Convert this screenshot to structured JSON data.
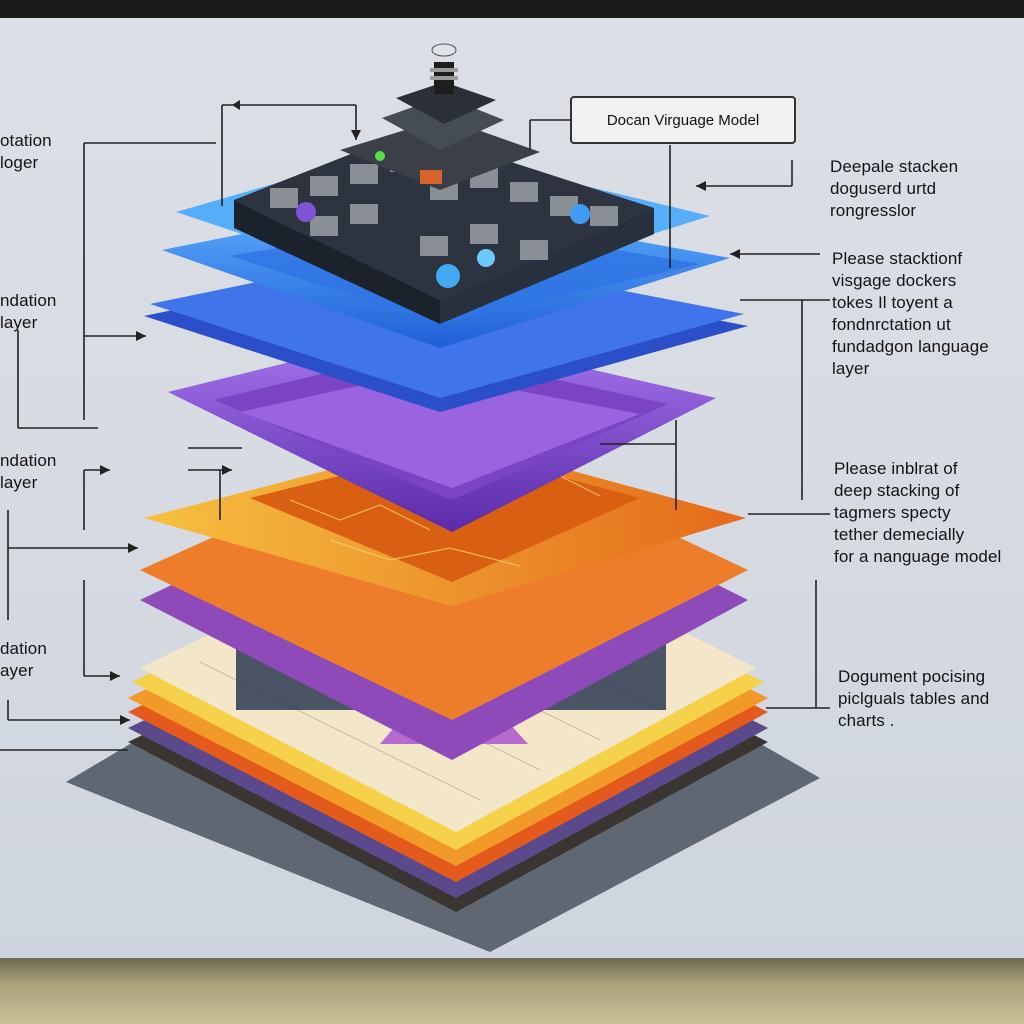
{
  "title_box": "Docan Virguage Model",
  "left_labels": [
    "otation\nloger",
    "ndation\nlayer",
    "ndation\nlayer",
    "dation\nayer"
  ],
  "right_labels": [
    "Deepale stacken\ndoguserd urtd\nrongresslor",
    "Please stacktionf\nvisgage dockers\ntokes Il toyent a\nfondnrctation ut\nfundadgon language\nlayer",
    "Please inblrat of\ndeep stacking of\ntagmers specty\ntether demecially\nfor a nanguage model",
    "Dogument pocising\npiclguals tables and\ncharts ."
  ],
  "colors": {
    "blue_layer": "#3d8ef0",
    "purple_layer": "#8a4fd6",
    "orange_layer": "#f08a24",
    "base_layer": "#f3e6c9"
  }
}
